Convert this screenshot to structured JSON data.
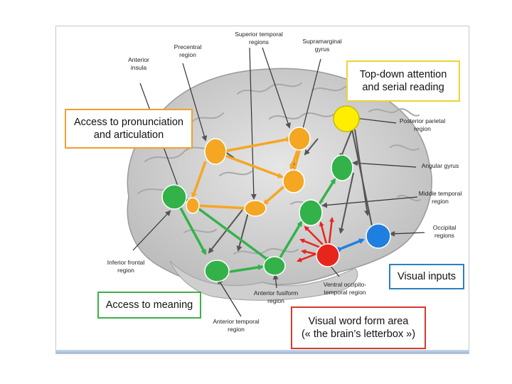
{
  "labels": {
    "anterior_insula": "Anterior\ninsula",
    "precentral_region": "Precentral\nregion",
    "superior_temporal_regions": "Superior temporal\nregions",
    "supramarginal_gyrus": "Supramarginal\ngyrus",
    "posterior_parietal_region": "Posterior parietal\nregion",
    "angular_gyrus": "Angular gyrus",
    "middle_temporal_region": "Middle temporal\nregion",
    "occipital_regions": "Occipital\nregions",
    "inferior_frontal_region": "Inferior frontal\nregion",
    "anterior_fusiform_region": "Anterior fusiform\nregion",
    "ventral_occipito_temporal_region": "Ventral occipito-\ntemporal region",
    "anterior_temporal_region": "Anterior temporal\nregion"
  },
  "boxes": {
    "pronunciation": "Access to pronunciation\nand articulation",
    "top_down": "Top-down attention\nand serial reading",
    "visual_inputs": "Visual inputs",
    "meaning": "Access to meaning",
    "vwfa": "Visual word form area\n(« the brain’s letterbox »)"
  },
  "colors": {
    "orange": "#f5a623",
    "green": "#33b24a",
    "yellow": "#ffee00",
    "blue": "#1f7fe0",
    "red": "#e8251c",
    "brain": "#d4d4d4"
  }
}
